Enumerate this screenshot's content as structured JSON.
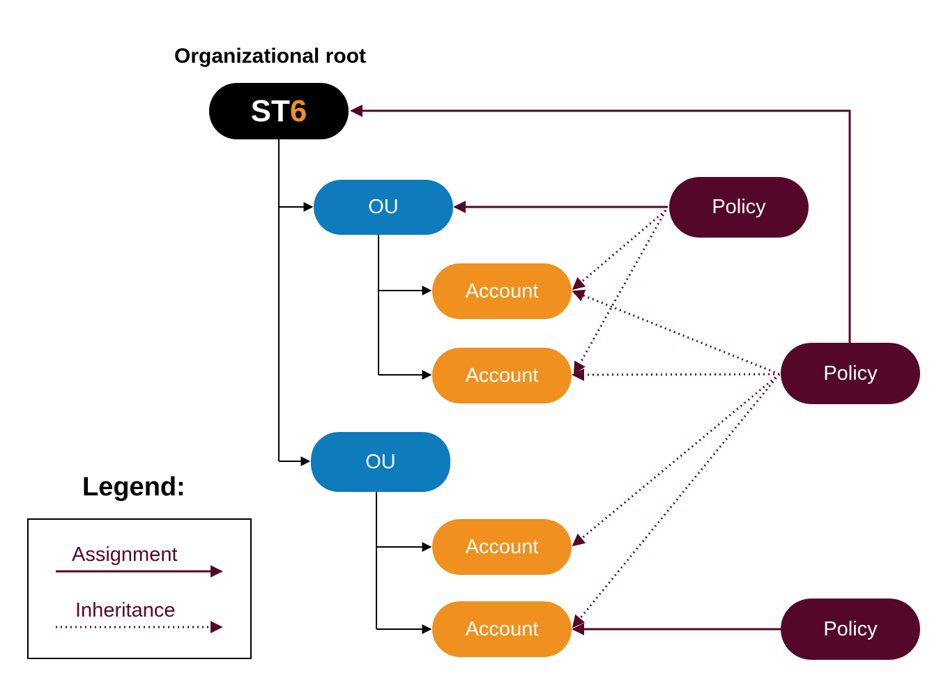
{
  "root_heading": "Organizational root",
  "root": {
    "label_main": "ST",
    "label_accent": "6"
  },
  "ous": [
    {
      "label": "OU"
    },
    {
      "label": "OU"
    }
  ],
  "accounts": [
    {
      "label": "Account"
    },
    {
      "label": "Account"
    },
    {
      "label": "Account"
    },
    {
      "label": "Account"
    }
  ],
  "policies": [
    {
      "label": "Policy"
    },
    {
      "label": "Policy"
    },
    {
      "label": "Policy"
    }
  ],
  "legend": {
    "title": "Legend:",
    "assignment": "Assignment",
    "inheritance": "Inheritance"
  },
  "colors": {
    "root": "#000000",
    "ou": "#0e7bbd",
    "account": "#f0901e",
    "policy": "#55072a",
    "assignment_line": "#55072a",
    "hierarchy_line": "#000000"
  }
}
